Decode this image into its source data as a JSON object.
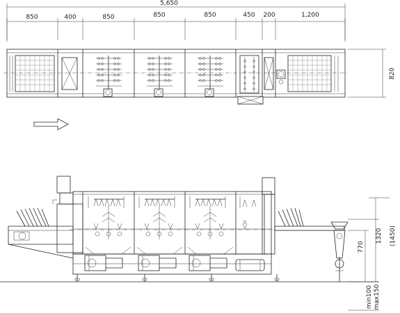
{
  "top_view": {
    "overall_width": "5,650",
    "sections": [
      "850",
      "400",
      "850",
      "850",
      "850",
      "450",
      "200",
      "1,200"
    ],
    "depth": "820"
  },
  "side_view": {
    "working_height": "770",
    "total_height": "1320",
    "total_height_alt": "(1450)",
    "leg_adjust_min": "min100",
    "leg_adjust_max": "max150"
  }
}
